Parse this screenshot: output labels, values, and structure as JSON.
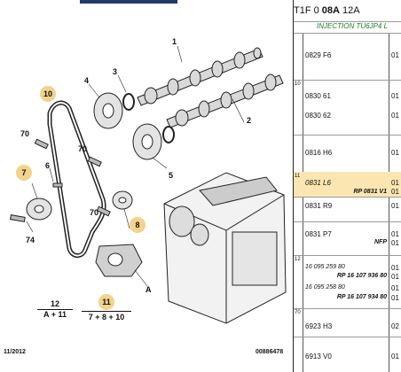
{
  "diagram": {
    "callouts": [
      {
        "id": "n1",
        "label": "1",
        "style": "plain"
      },
      {
        "id": "n2",
        "label": "2",
        "style": "plain"
      },
      {
        "id": "n3",
        "label": "3",
        "style": "plain"
      },
      {
        "id": "n4",
        "label": "4",
        "style": "plain"
      },
      {
        "id": "n5",
        "label": "5",
        "style": "plain"
      },
      {
        "id": "n6",
        "label": "6",
        "style": "plain"
      },
      {
        "id": "n7",
        "label": "7",
        "style": "badge"
      },
      {
        "id": "n8",
        "label": "8",
        "style": "badge"
      },
      {
        "id": "n10",
        "label": "10",
        "style": "badge"
      },
      {
        "id": "n70a",
        "label": "70",
        "style": "plain"
      },
      {
        "id": "n70b",
        "label": "70",
        "style": "plain"
      },
      {
        "id": "n70c",
        "label": "70",
        "style": "plain"
      },
      {
        "id": "n74",
        "label": "74",
        "style": "plain"
      },
      {
        "id": "nA",
        "label": "A",
        "style": "plain"
      },
      {
        "id": "n11",
        "label": "11",
        "style": "badge"
      },
      {
        "id": "n12",
        "label": "12",
        "style": "plain"
      }
    ],
    "ref12": {
      "label": "12",
      "formula": "A + 11"
    },
    "ref11": {
      "label": "11",
      "formula": "7 + 8 + 10"
    },
    "date": "11/2012",
    "code": "00886478"
  },
  "panel": {
    "title_prefix": "T1F 0",
    "title_mid": "08A",
    "title_suffix": "12A",
    "subtitle": "INJECTION TU6JP4 L",
    "rows": [
      {
        "group": "",
        "parts": [
          {
            "code": "0829 F6",
            "qty": "01"
          }
        ]
      },
      {
        "group": "10",
        "parts": [
          {
            "code": "0830 61",
            "qty": "01"
          },
          {
            "code": "0830 62",
            "qty": "01"
          }
        ]
      },
      {
        "group": "",
        "parts": [
          {
            "code": "0816 H6",
            "qty": "01"
          }
        ]
      },
      {
        "group": "11",
        "highlight": true,
        "parts": [
          {
            "code": "0831 L6",
            "qty": "01",
            "italic": true
          },
          {
            "code": "",
            "ref": "RP 0831 V1",
            "qty": "01"
          }
        ]
      },
      {
        "group": "",
        "parts": [
          {
            "code": "0831 R9",
            "qty": "01"
          }
        ]
      },
      {
        "group": "",
        "parts": [
          {
            "code": "0831 P7",
            "qty": "01"
          },
          {
            "code": "",
            "ref": "NFP",
            "qty": "01"
          }
        ]
      },
      {
        "group": "12",
        "parts": [
          {
            "code": "16 095 259 80",
            "qty": "01",
            "italic": true
          },
          {
            "code": "",
            "ref": "RP 16 107 936 80",
            "qty": "01"
          },
          {
            "code": "16 095 258 80",
            "qty": "01",
            "italic": true
          },
          {
            "code": "",
            "ref": "RP 16 107 934 80",
            "qty": "01"
          }
        ]
      },
      {
        "group": "70",
        "parts": [
          {
            "code": "6923 H3",
            "qty": "02"
          }
        ]
      },
      {
        "group": "",
        "parts": [
          {
            "code": "6913 V0",
            "qty": "01"
          }
        ]
      }
    ]
  }
}
